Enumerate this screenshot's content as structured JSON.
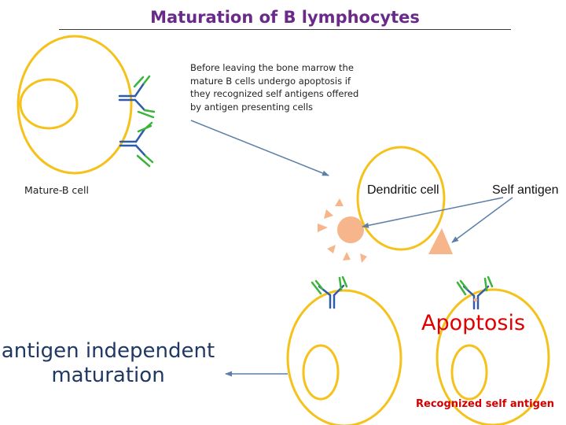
{
  "title": "Maturation of B lymphocytes",
  "note": "Before leaving the bone marrow the\nmature B cells undergo apoptosis  if\nthey  recognized self antigens  offered\nby antigen presenting cells",
  "labels": {
    "mature_b_cell": "Mature-B cell",
    "dendritic_cell": "Dendritic cell",
    "self_antigen": "Self antigen",
    "independent_maturation": "antigen independent\nmaturation",
    "apoptosis": "Apoptosis",
    "recognized_self_antigen": "Recognized self antigen"
  },
  "colors": {
    "title": "#6a2a8a",
    "cell_membrane": "#f5c21b",
    "dendritic_membrane": "#f5c21b",
    "antibody_heavy": "#2e5ca8",
    "antibody_light": "#3cb43c",
    "self_antigen": "#f6b58b",
    "arrow": "#5b7fa8",
    "apoptosis": "#e00000",
    "independent_text": "#1f3864"
  }
}
